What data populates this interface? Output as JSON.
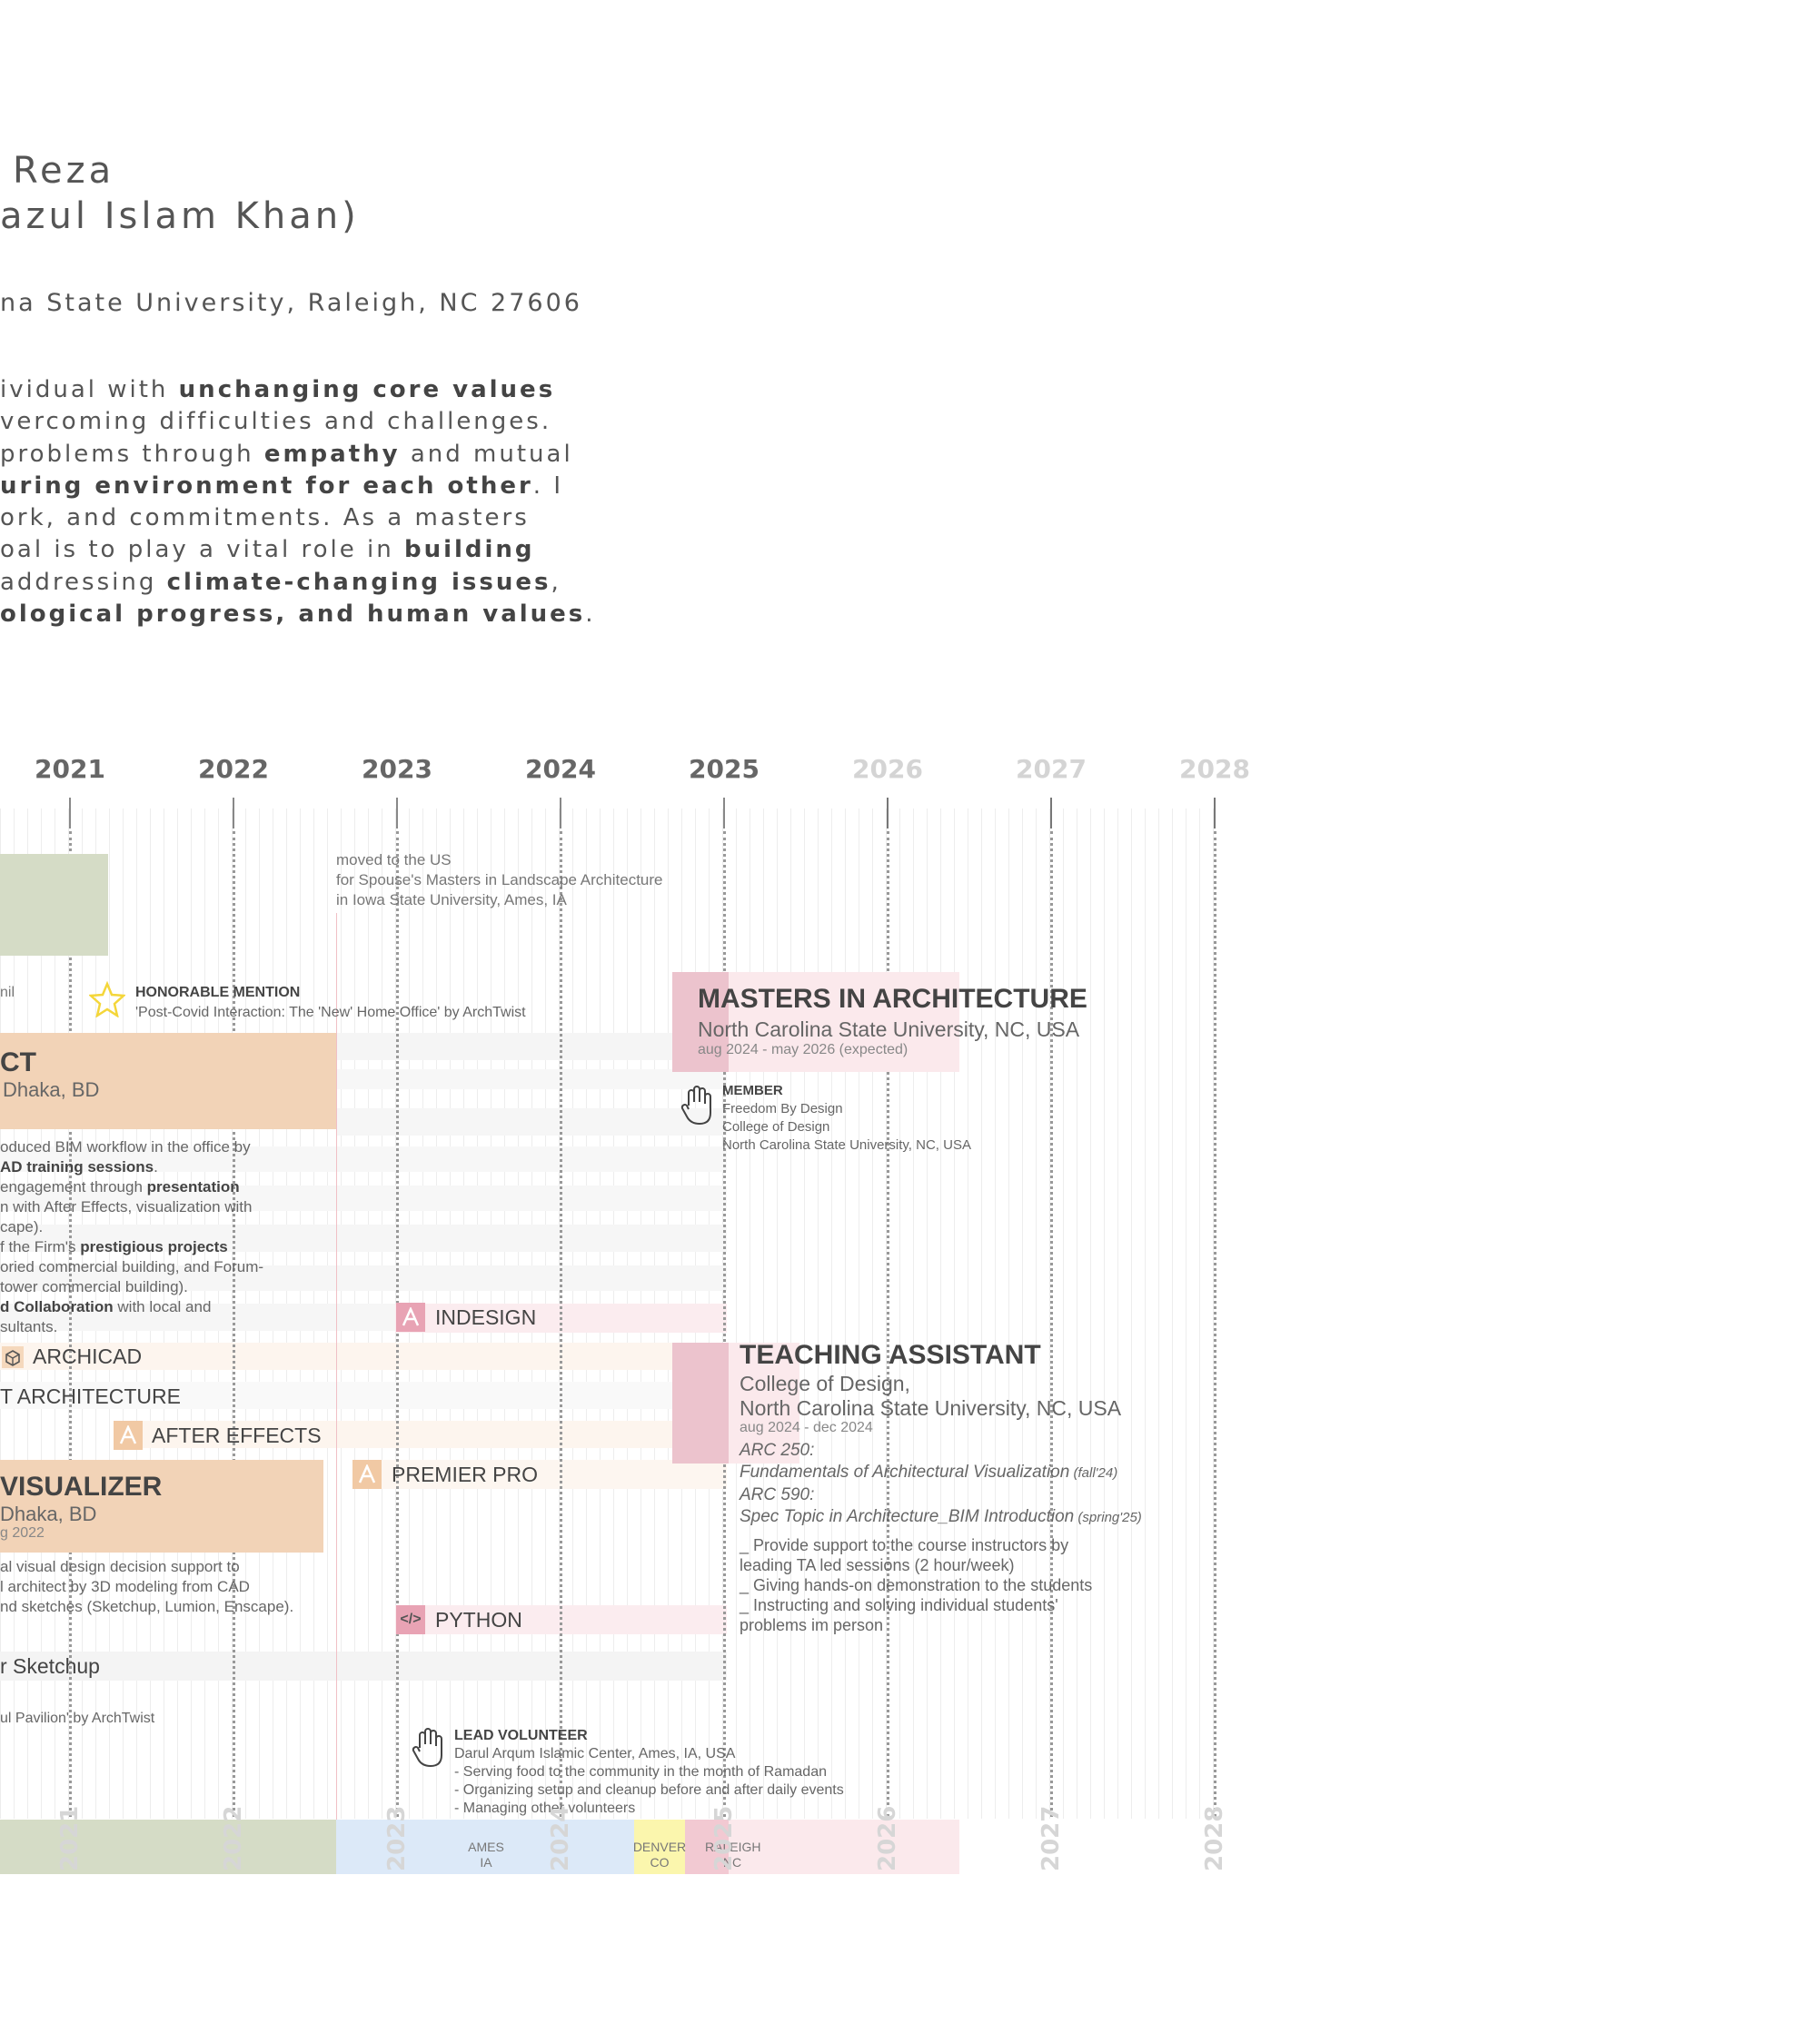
{
  "header": {
    "name_line1": "Reza",
    "name_line2": "azul Islam Khan)",
    "address": "na State University, Raleigh, NC 27606"
  },
  "bio": {
    "l1a": "ividual with ",
    "l1b": "unchanging core values",
    "l2": "vercoming difficulties and challenges.",
    "l3a": "problems through ",
    "l3b": "empathy",
    "l3c": " and mutual",
    "l4a": "uring environment for each other",
    "l4b": ". I",
    "l5": "ork, and commitments. As a masters",
    "l6a": "oal is to play a vital role in ",
    "l6b": "building",
    "l7a": " addressing ",
    "l7b": "climate-changing issues",
    "l7c": ",",
    "l8a": "ological progress, and human values",
    "l8b": "."
  },
  "timeline": {
    "years": [
      "2021",
      "2022",
      "2023",
      "2024",
      "2025",
      "2026",
      "2027",
      "2028"
    ],
    "future_years": [
      "2026",
      "2027",
      "2028"
    ]
  },
  "events": {
    "moved_l1": "moved to the US",
    "moved_l2": "for Spouse's Masters in Landscape Architecture",
    "moved_l3": "in Iowa State University, Ames, IA",
    "mil": "nil",
    "honorable_title": "HONORABLE MENTION",
    "honorable_desc": "'Post-Covid Interaction: The 'New' Home Office' by ArchTwist",
    "masters_title": "MASTERS IN ARCHITECTURE",
    "masters_sub": "North Carolina State University, NC, USA",
    "masters_date": "aug 2024 - may 2026 (expected)",
    "member_title": "MEMBER",
    "member_l1": "Freedom By Design",
    "member_l2": "College of Design",
    "member_l3": "North Carolina State University, NC, USA",
    "arch_title": "CT",
    "arch_sub": "Dhaka, BD",
    "arch_d1": "oduced BIM workflow in the office by",
    "arch_d2a": "AD training sessions",
    "arch_d2b": ".",
    "arch_d3a": "engagement through ",
    "arch_d3b": "presentation",
    "arch_d4": "n with After Effects, visualization with",
    "arch_d5": "cape).",
    "arch_d6a": "f the Firm's ",
    "arch_d6b": "prestigious projects",
    "arch_d7": "oried commercial building, and Forum-",
    "arch_d8": "tower commercial building).",
    "arch_d9a": "d Collaboration",
    "arch_d9b": " with local and",
    "arch_d10": "sultants.",
    "visualizer_title": "VISUALIZER",
    "visualizer_sub": "Dhaka, BD",
    "visualizer_date": "g 2022",
    "vis_d1": "al visual design decision support to",
    "vis_d2": "l architect by 3D modeling from CAD",
    "vis_d3": "nd sketches (Sketchup, Lumion, Enscape).",
    "pavilion": "ul Pavilion' by ArchTwist",
    "ta_title": "TEACHING ASSISTANT",
    "ta_sub1": "College of Design,",
    "ta_sub2": "North Carolina State University, NC, USA",
    "ta_date": "aug 2024 - dec 2024",
    "ta_c1": "ARC 250:",
    "ta_c2": "Fundamentals of Architectural Visualization",
    "ta_c2s": " (fall'24)",
    "ta_c3": "ARC 590:",
    "ta_c4": "Spec Topic in Architecture_BIM Introduction",
    "ta_c4s": " (spring'25)",
    "ta_b1": "_ Provide support to the course instructors by",
    "ta_b2": "leading TA led sessions (2 hour/week)",
    "ta_b3": "_ Giving hands-on demonstration to the students",
    "ta_b4": "_ Instructing and solving individual students'",
    "ta_b5": "problems im person",
    "lv_title": "LEAD VOLUNTEER",
    "lv_l1": "Darul Arqum Islamic Center, Ames, IA, USA",
    "lv_l2": "- Serving food to the community in the month of Ramadan",
    "lv_l3": "- Organizing setup and cleanup before and after daily events",
    "lv_l4": "- Managing other volunteers"
  },
  "skills": {
    "indesign": "INDESIGN",
    "archicad": "ARCHICAD",
    "t_architecture": "T ARCHITECTURE",
    "after_effects": "AFTER EFFECTS",
    "premier_pro": "PREMIER PRO",
    "python": "PYTHON",
    "python_icon_text": "</>",
    "sketchup": "r Sketchup"
  },
  "locations": {
    "ames_l1": "AMES",
    "ames_l2": "IA",
    "denver_l1": "DENVER",
    "denver_l2": "CO",
    "raleigh_l1": "RALEIGH",
    "raleigh_l2": "NC"
  },
  "colors": {
    "green": "#d5dcc6",
    "peach": "#f2d3b7",
    "pink": "#ecc3cd",
    "light_pink": "#fbe9ec",
    "light_blue": "#dce9f8",
    "yellow": "#fbf6ad",
    "star": "#f4d63a"
  },
  "icons": {
    "star": "star-icon",
    "hand": "hand-icon",
    "adobe": "adobe-icon",
    "archicad": "archicad-icon",
    "code": "code-icon"
  }
}
